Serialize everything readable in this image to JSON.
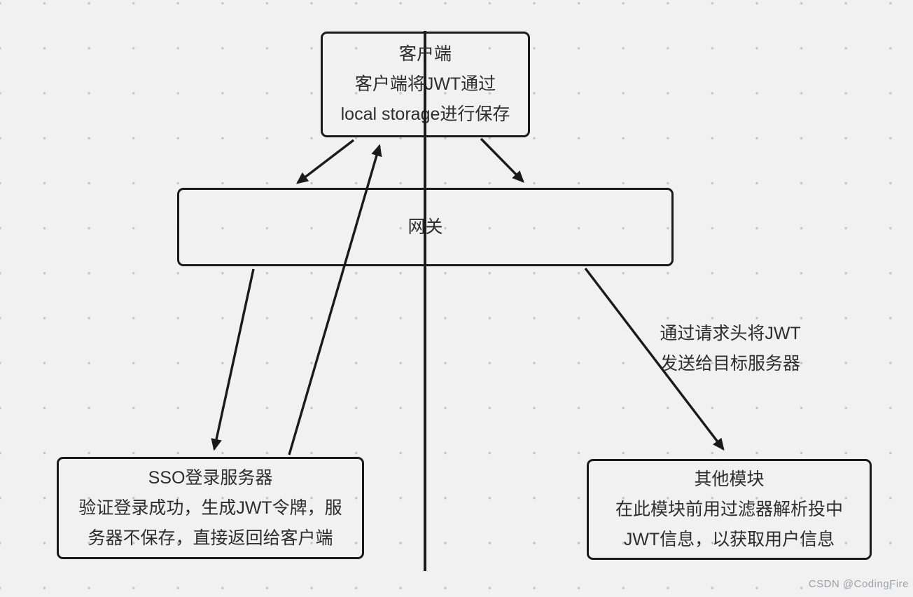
{
  "canvas": {
    "bg_color": "#f1f1f2",
    "dot_color": "#c6c6c8",
    "stroke_color": "#1a1a1a",
    "text_color": "#2d2d2d"
  },
  "nodes": {
    "client": {
      "lines": [
        "客户端",
        "客户端将JWT通过",
        "local storage进行保存"
      ]
    },
    "gateway": {
      "lines": [
        "网关"
      ]
    },
    "sso": {
      "lines": [
        "SSO登录服务器",
        "验证登录成功，生成JWT令牌，服",
        "务器不保存，直接返回给客户端"
      ]
    },
    "other": {
      "lines": [
        "其他模块",
        "在此模块前用过滤器解析投中",
        "JWT信息，以获取用户信息"
      ]
    }
  },
  "annotation": {
    "lines": [
      "通过请求头将JWT",
      "发送给目标服务器"
    ]
  },
  "watermark": {
    "text": "CSDN @CodingFire"
  },
  "edges": [
    {
      "id": "client-to-gateway-left",
      "from": "客户端",
      "to": "网关",
      "arrowhead": "at-gateway"
    },
    {
      "id": "client-to-gateway-right",
      "from": "客户端",
      "to": "网关",
      "arrowhead": "at-gateway"
    },
    {
      "id": "sso-to-client",
      "from": "SSO登录服务器",
      "to": "客户端",
      "arrowhead": "at-client"
    },
    {
      "id": "gateway-to-sso",
      "from": "网关",
      "to": "SSO登录服务器",
      "arrowhead": "at-sso"
    },
    {
      "id": "gateway-to-other",
      "from": "网关",
      "to": "其他模块",
      "arrowhead": "at-other",
      "label": "通过请求头将JWT 发送给目标服务器"
    },
    {
      "id": "vertical-divider",
      "type": "plain-line"
    }
  ]
}
